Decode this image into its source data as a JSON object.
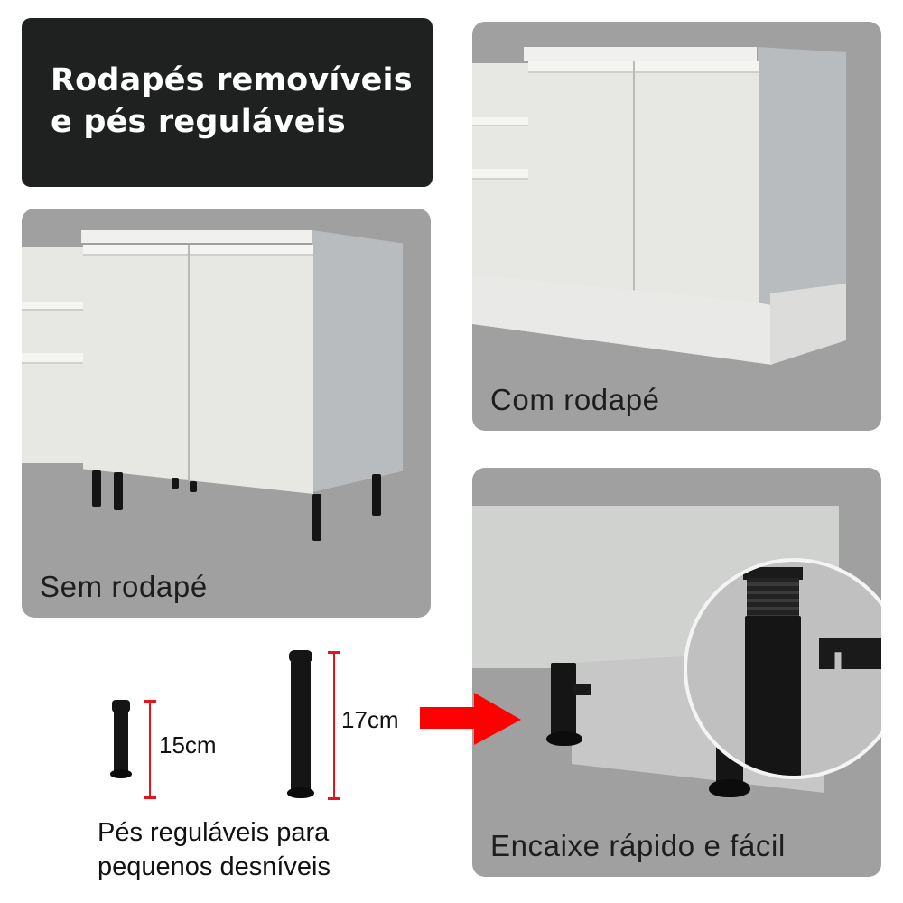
{
  "header": {
    "title_line1": "Rodapés removíveis",
    "title_line2": "e pés reguláveis"
  },
  "panels": {
    "without_plinth": {
      "caption": "Sem rodapé"
    },
    "with_plinth": {
      "caption": "Com rodapé"
    },
    "quick_fit": {
      "caption": "Encaixe rápido e fácil"
    }
  },
  "feet": {
    "short": {
      "label": "15cm"
    },
    "tall": {
      "label": "17cm"
    },
    "description_line1": "Pés reguláveis para",
    "description_line2": "pequenos desníveis"
  },
  "colors": {
    "title_bg": "#1f2120",
    "panel_bg": "#a0a0a0",
    "accent_red": "#e5161b",
    "arrow_red": "#ff0000"
  }
}
